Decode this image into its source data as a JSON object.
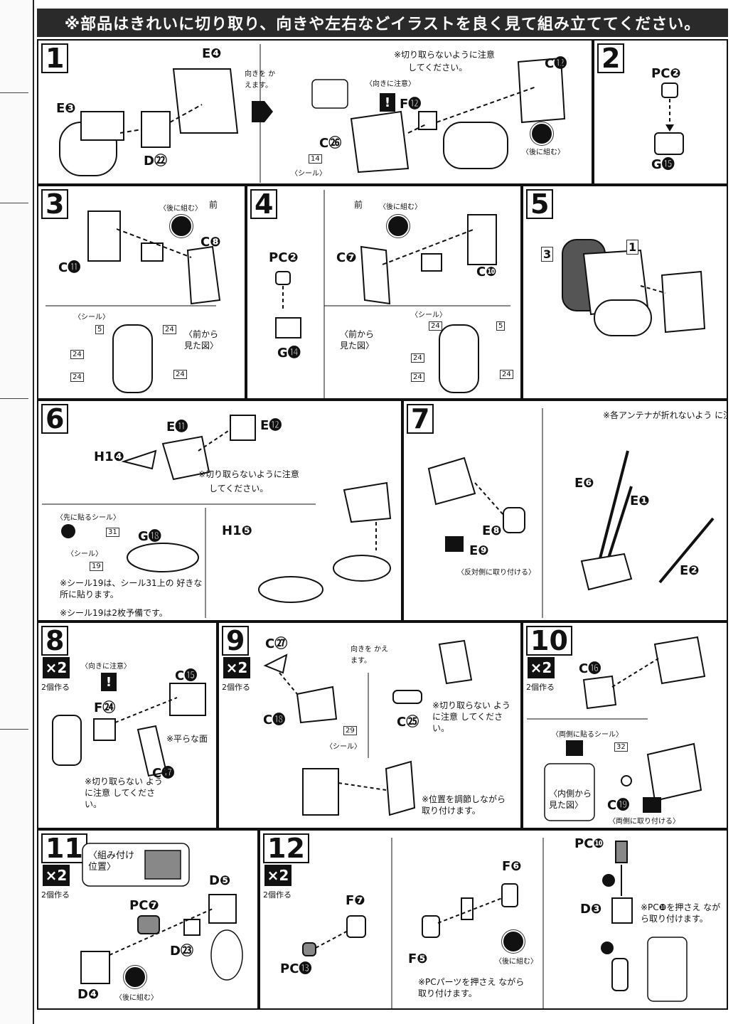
{
  "title": "※部品はきれいに切り取り、向きや左右などイラストを良く見て組み立ててください。",
  "common": {
    "cut_note": "※切り取らないように注意 してください。",
    "cut_note_a": "※切り取らないように注意",
    "cut_note_b": "してください。",
    "orient": "〈向きに注意〉",
    "later": "〈後に組む〉",
    "seal": "〈シール〉",
    "front": "前",
    "front_view": "〈前から 見た図〉",
    "make2": "2個作る",
    "x2": "×2",
    "turn": "向きを かえます。"
  },
  "steps": [
    {
      "n": "1",
      "parts": [
        "E❹",
        "E❸",
        "D㉒",
        "C⓬",
        "F⓬",
        "C㉖"
      ],
      "seal": "14"
    },
    {
      "n": "2",
      "parts": [
        "PC❷",
        "G⓯"
      ]
    },
    {
      "n": "3",
      "parts": [
        "C⓫",
        "C❽"
      ],
      "seals": [
        "5",
        "24",
        "24",
        "24",
        "24"
      ]
    },
    {
      "n": "4",
      "parts": [
        "PC❷",
        "G⓮",
        "C❼",
        "C❿"
      ],
      "seals": [
        "24",
        "5",
        "24",
        "24",
        "24"
      ]
    },
    {
      "n": "5",
      "parts": [
        "3",
        "1"
      ]
    },
    {
      "n": "6",
      "parts": [
        "E⓫",
        "E⓬",
        "H1❹",
        "G⓲",
        "H1❺"
      ],
      "first_seal": "〈先に貼るシール〉",
      "seals": [
        "31",
        "19"
      ],
      "note1": "※シール19は、シール31上の 好きな所に貼ります。",
      "note2": "※シール19は2枚予備です。"
    },
    {
      "n": "7",
      "parts": [
        "E❽",
        "E❾",
        "E❻",
        "E❶",
        "E❷"
      ],
      "antenna": "※各アンテナが折れないよう に注意してください。",
      "opposite": "〈反対側に取り付ける〉"
    },
    {
      "n": "8",
      "parts": [
        "C⓯",
        "F㉔",
        "C⓱"
      ],
      "flat": "※平らな面",
      "cut": "※切り取らない ように注意 してください。"
    },
    {
      "n": "9",
      "parts": [
        "C㉗",
        "C⓲",
        "C㉕"
      ],
      "seal": "29",
      "cut": "※切り取らない ように注意 してください。",
      "adjust": "※位置を調節しながら 取り付けます。"
    },
    {
      "n": "10",
      "parts": [
        "C⓰",
        "C⓳"
      ],
      "both_seal": "〈両側に貼るシール〉",
      "seal": "32",
      "inside": "〈内側から 見た図〉",
      "both_attach": "〈両側に取り付ける〉"
    },
    {
      "n": "11",
      "parts": [
        "PC❼",
        "D❺",
        "D㉓",
        "D❹"
      ],
      "position": "〈組み付け 位置〉"
    },
    {
      "n": "12",
      "parts": [
        "F❼",
        "PC⓭",
        "F❻",
        "F❺",
        "PC❿",
        "D❸"
      ],
      "pc_note": "※PCパーツを押さえ ながら取り付けます。",
      "pc10_note": "※PC❿を押さえ ながら取り付けます。"
    }
  ]
}
